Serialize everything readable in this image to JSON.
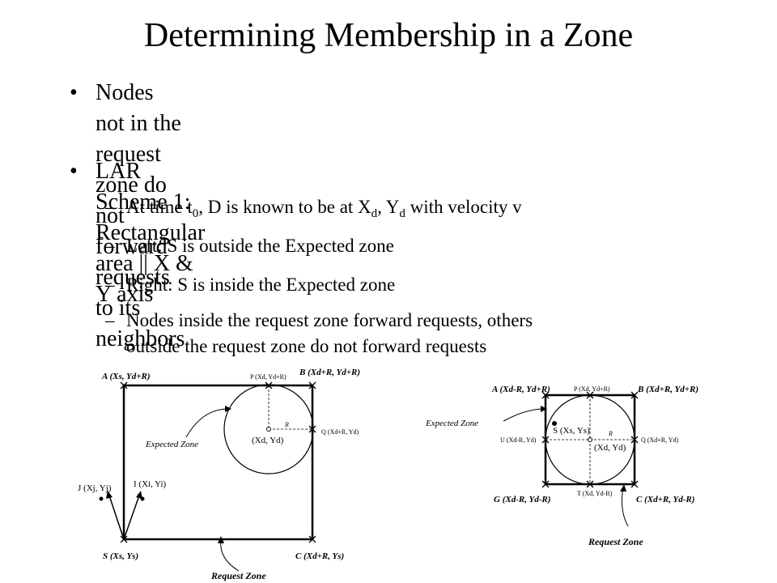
{
  "title": "Determining Membership in a Zone",
  "bullets": [
    {
      "line1": "Nodes not in the request zone do not forward",
      "line2": "requests to its neighbors"
    },
    {
      "line1": "LAR Scheme 1: Rectangular area || X & Y axis"
    }
  ],
  "subbullets": {
    "s1": {
      "p1": "At time t",
      "sub1": "0",
      "p2": ", D is known to be at X",
      "sub2": "d",
      "p3": ", Y",
      "sub3": "d",
      "p4": " with velocity v"
    },
    "s2": "Left: S is outside the Expected zone",
    "s3": "Right: S is inside the Expected zone",
    "s4": {
      "line1": "Nodes inside the request zone forward requests, others",
      "line2": "outside the request zone do not forward requests"
    }
  },
  "left_diagram": {
    "A": "A (Xs, Yd+R)",
    "B": "B (Xd+R, Yd+R)",
    "C": "C (Xd+R, Ys)",
    "S": "S (Xs, Ys)",
    "P": "P (Xd, Yd+R)",
    "Q": "Q (Xd+R, Yd)",
    "R": "R",
    "D": "(Xd, Yd)",
    "expected_zone": "Expected Zone",
    "request_zone": "Request Zone",
    "I": "I (Xi, Yi)",
    "J": "J (Xj, Yj)"
  },
  "right_diagram": {
    "A": "A (Xd-R, Yd+R)",
    "B": "B (Xd+R, Yd+R)",
    "G": "G (Xd-R, Yd-R)",
    "C": "C (Xd+R, Yd-R)",
    "P": "P (Xd, Yd+R)",
    "T": "T (Xd, Yd-R)",
    "U": "U (Xd-R, Yd)",
    "Q": "Q (Xd+R, Yd)",
    "S": "S (Xs, Ys)",
    "D": "(Xd, Yd)",
    "R": "R",
    "expected_zone": "Expected Zone",
    "request_zone": "Request Zone"
  }
}
